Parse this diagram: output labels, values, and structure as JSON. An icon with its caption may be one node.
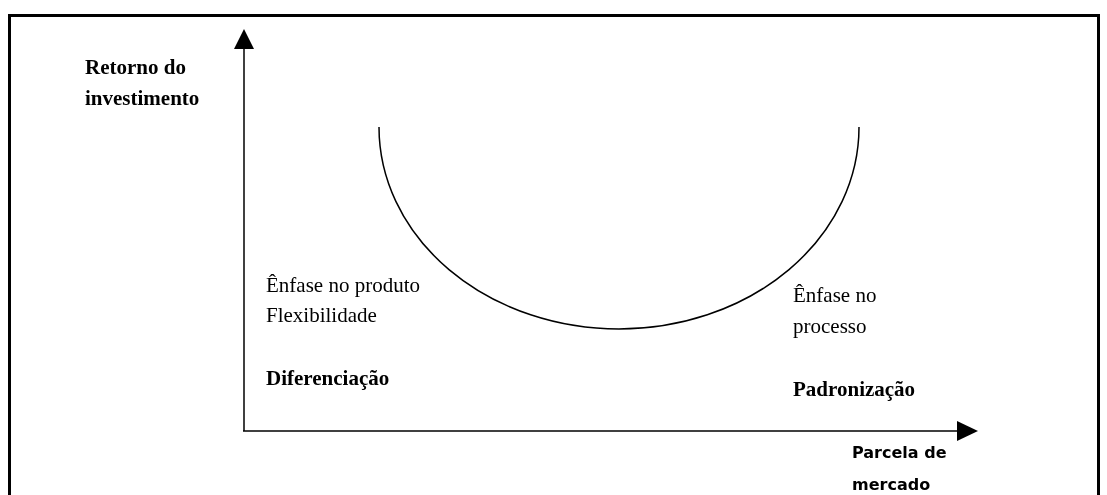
{
  "diagram": {
    "labels": [
      "Retorno do investimento",
      "Ênfase no produto",
      "Flexibilidade",
      "Diferenciação",
      "Ênfase no processo",
      "Padronização",
      "Parcela de mercado"
    ]
  }
}
